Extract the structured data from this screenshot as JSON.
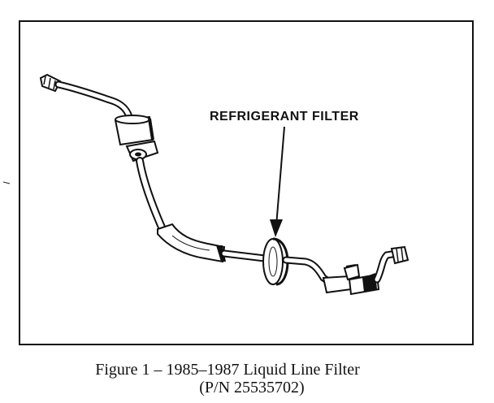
{
  "diagram": {
    "callout_label": "REFRIGERANT FILTER"
  },
  "caption": {
    "line1": "Figure 1 – 1985–1987 Liquid Line Filter",
    "line2": "(P/N 25535702)"
  },
  "colors": {
    "ink": "#111111",
    "paper": "#ffffff"
  }
}
